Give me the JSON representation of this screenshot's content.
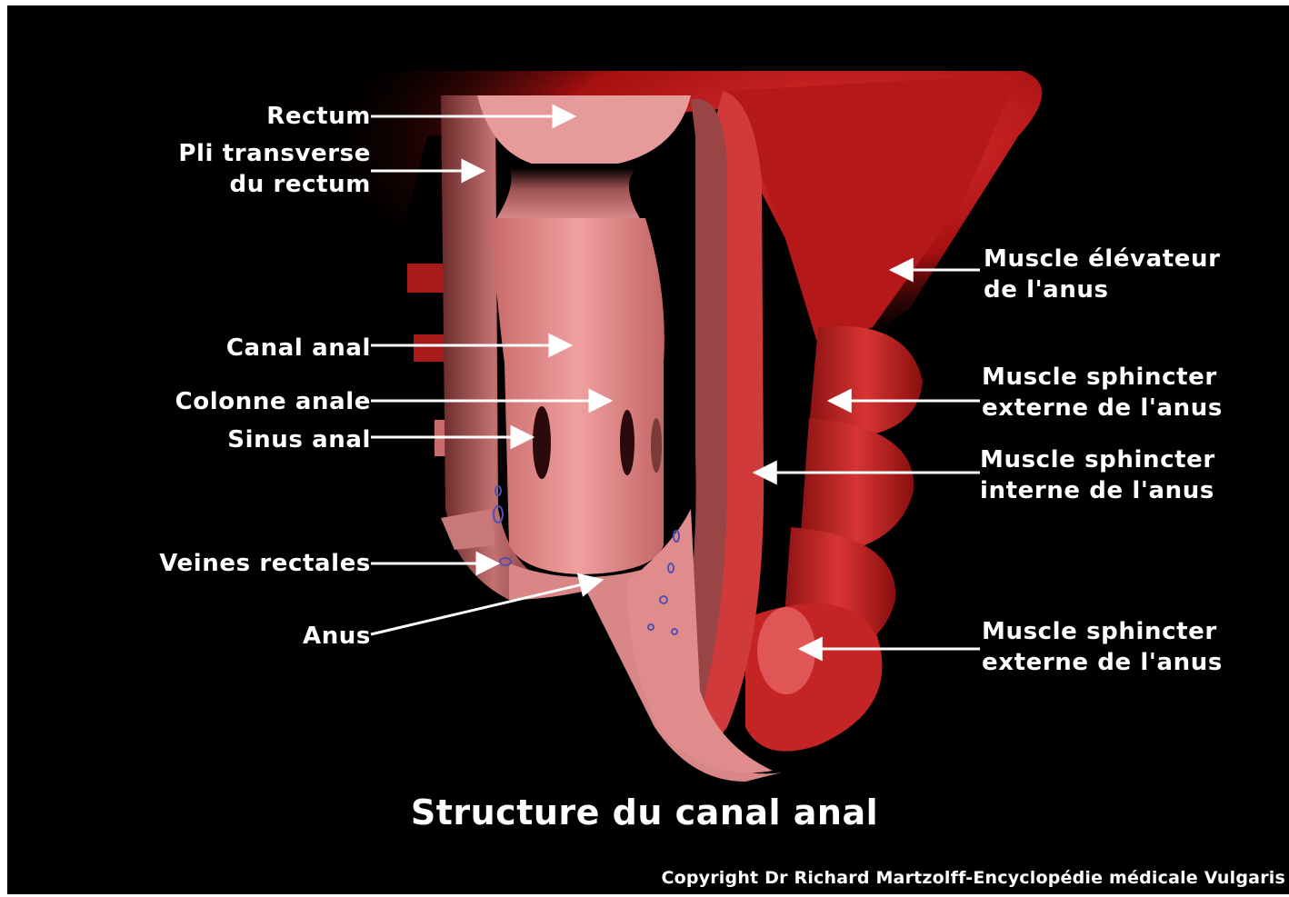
{
  "diagram": {
    "title": "Structure du canal anal",
    "copyright": "Copyright Dr Richard Martzolff-Encyclopédie médicale Vulgaris",
    "labels_left": [
      {
        "id": "rectum",
        "lines": [
          "Rectum"
        ]
      },
      {
        "id": "pli-transverse",
        "lines": [
          "Pli transverse",
          "du rectum"
        ]
      },
      {
        "id": "canal-anal",
        "lines": [
          "Canal anal"
        ]
      },
      {
        "id": "colonne-anale",
        "lines": [
          "Colonne anale"
        ]
      },
      {
        "id": "sinus-anal",
        "lines": [
          "Sinus anal"
        ]
      },
      {
        "id": "veines-rectales",
        "lines": [
          "Veines rectales"
        ]
      },
      {
        "id": "anus",
        "lines": [
          "Anus"
        ]
      }
    ],
    "labels_right": [
      {
        "id": "muscle-elevateur",
        "lines": [
          "Muscle élévateur",
          "de l'anus"
        ]
      },
      {
        "id": "sphincter-externe-1",
        "lines": [
          "Muscle sphincter",
          "externe de l'anus"
        ]
      },
      {
        "id": "sphincter-interne",
        "lines": [
          "Muscle sphincter",
          "interne de l'anus"
        ]
      },
      {
        "id": "sphincter-externe-2",
        "lines": [
          "Muscle sphincter",
          "externe de l'anus"
        ]
      }
    ],
    "colors": {
      "background": "#000000",
      "mucosa": "#e58a8a",
      "mucosa_dark": "#a85656",
      "muscle": "#d42a2a",
      "muscle_dark": "#7a0b0b",
      "label_text": "#ffffff",
      "arrow": "#ffffff"
    }
  }
}
